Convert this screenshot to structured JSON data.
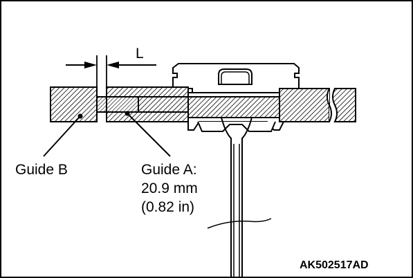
{
  "dimension": {
    "label": "L"
  },
  "guide_b": {
    "label": "Guide B"
  },
  "guide_a": {
    "label": "Guide A:",
    "length_mm": "20.9 mm",
    "length_in": "(0.82 in)"
  },
  "figure_code": "AK502517AD"
}
